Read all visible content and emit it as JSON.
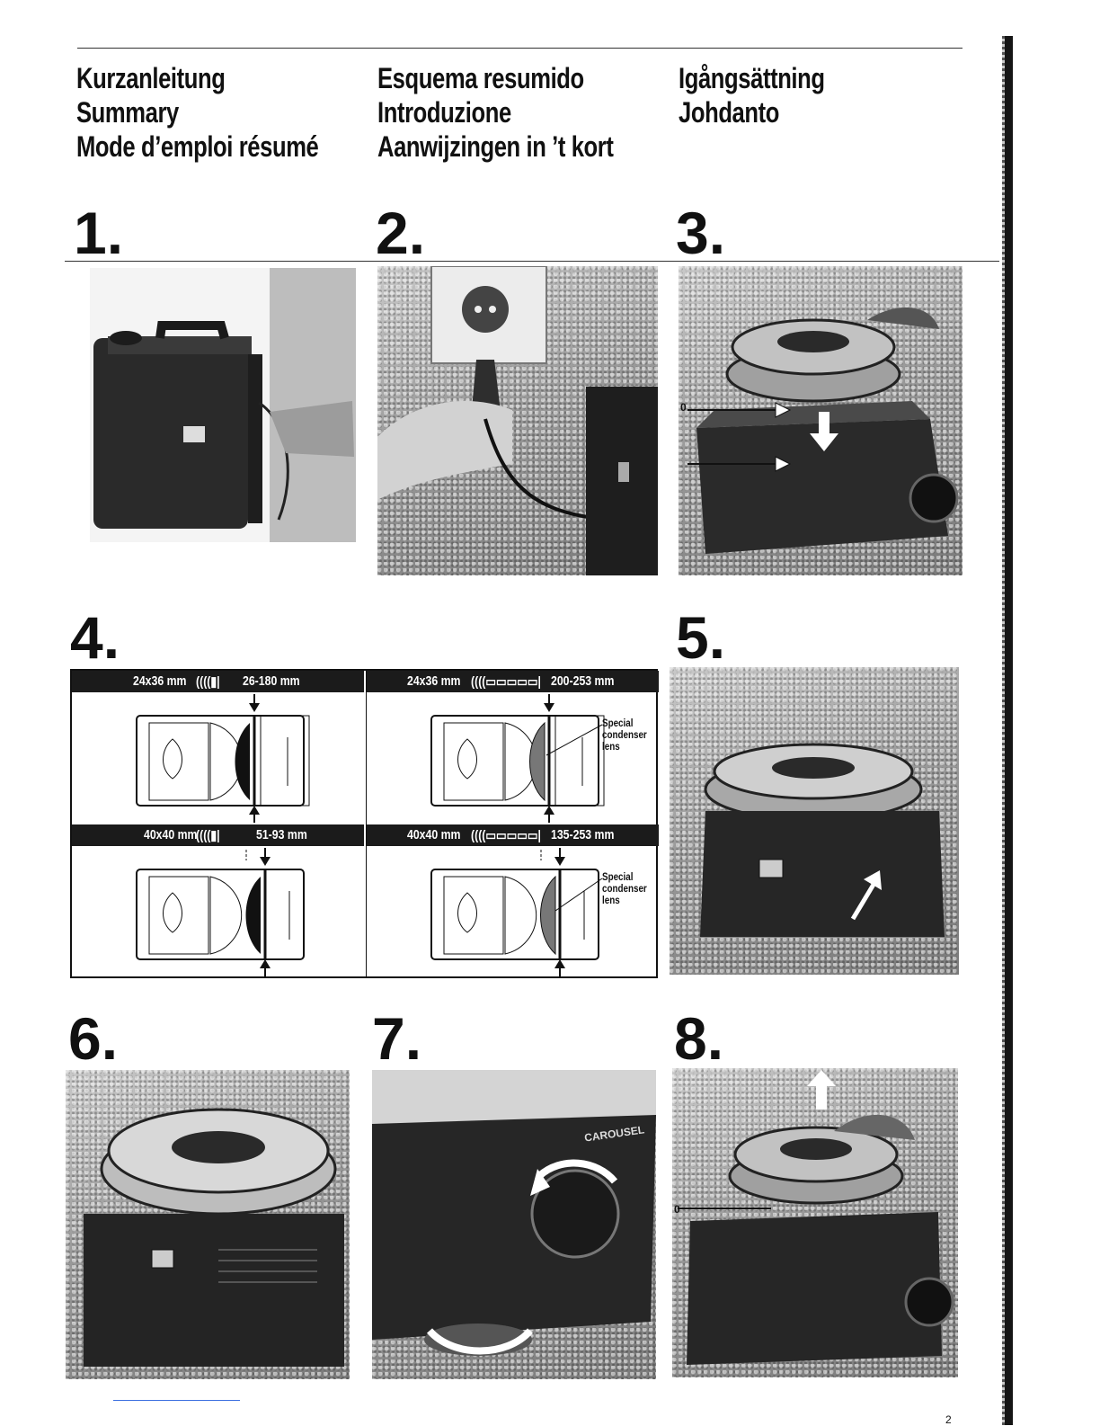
{
  "headings": {
    "col1": [
      "Kurzanleitung",
      "Summary",
      "Mode d’emploi résumé"
    ],
    "col2": [
      "Esquema resumido",
      "Introduzione",
      "Aanwijzingen in ’t kort"
    ],
    "col3": [
      "Igångsättning",
      "Johdanto"
    ]
  },
  "steps": {
    "s1": "1.",
    "s2": "2.",
    "s3": "3.",
    "s4": "4.",
    "s5": "5.",
    "s6": "6.",
    "s7": "7.",
    "s8": "8."
  },
  "photo_labels": {
    "step3_marker": "0",
    "step7_brand": "CAROUSEL",
    "step8_marker": "0"
  },
  "fig4": {
    "top_left": {
      "slide": "24x36 mm",
      "lens": "26-180 mm"
    },
    "top_right": {
      "slide": "24x36 mm",
      "lens": "200-253 mm",
      "note": [
        "Special",
        "condenser",
        "lens"
      ]
    },
    "bottom_left": {
      "slide": "40x40 mm",
      "lens": "51-93 mm"
    },
    "bottom_right": {
      "slide": "40x40 mm",
      "lens": "135-253 mm",
      "note": [
        "Special",
        "condenser",
        "lens"
      ]
    }
  },
  "page_number": "2"
}
